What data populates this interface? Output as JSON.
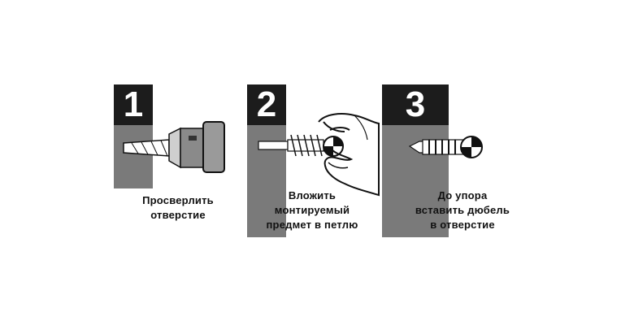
{
  "steps": [
    {
      "number": "1",
      "caption_lines": [
        "Просверлить",
        "отверстие"
      ],
      "icon": "drill-icon"
    },
    {
      "number": "2",
      "caption_lines": [
        "Вложить",
        "монтируемый",
        "предмет в петлю"
      ],
      "icon": "hand-with-hook-icon"
    },
    {
      "number": "3",
      "caption_lines": [
        "До упора",
        "вставить дюбель",
        "в отверстие"
      ],
      "icon": "dowel-inserted-icon"
    }
  ],
  "colors": {
    "number_box": "#1c1c1c",
    "wall": "#7a7a7a",
    "text": "#111111"
  }
}
